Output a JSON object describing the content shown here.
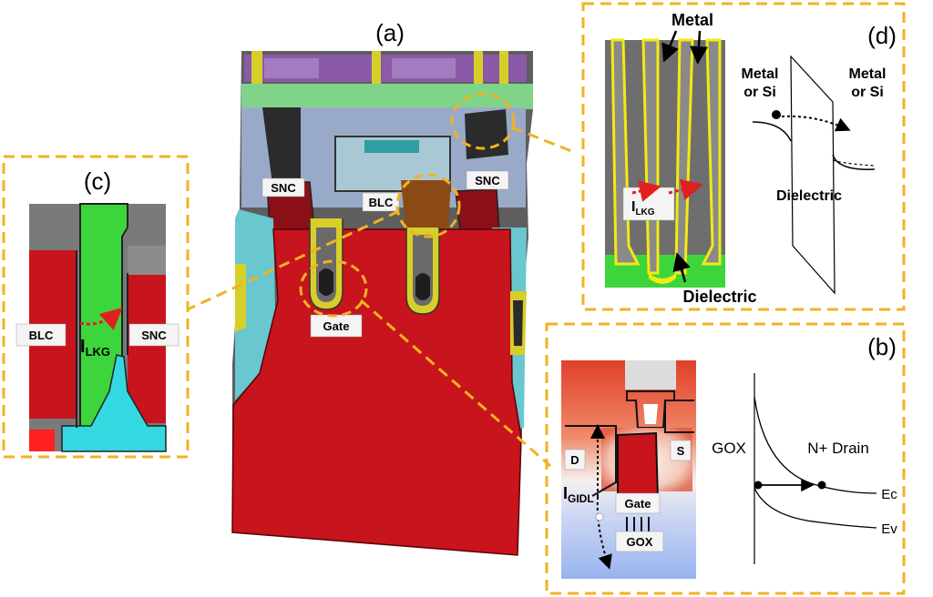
{
  "panels": {
    "a": {
      "label": "(a)"
    },
    "b": {
      "label": "(b)"
    },
    "c": {
      "label": "(c)"
    },
    "d": {
      "label": "(d)"
    }
  },
  "panel_a": {
    "snc_left": "SNC",
    "snc_right": "SNC",
    "blc": "BLC",
    "gate": "Gate"
  },
  "panel_c": {
    "blc": "BLC",
    "snc": "SNC",
    "current_main": "I",
    "current_sub": "LKG"
  },
  "panel_d": {
    "metal_top": "Metal",
    "current_main": "I",
    "current_sub": "LKG",
    "dielectric_bottom": "Dielectric",
    "metal_or_si_left_1": "Metal",
    "metal_or_si_left_2": "or Si",
    "metal_or_si_right_1": "Metal",
    "metal_or_si_right_2": "or Si",
    "dielectric_band": "Dielectric"
  },
  "panel_b": {
    "drain": "D",
    "source": "S",
    "gate": "Gate",
    "gox_box": "GOX",
    "current_main": "I",
    "current_sub": "GIDL",
    "gox_axis": "GOX",
    "n_drain": "N+ Drain",
    "ec": "Ec",
    "ev": "Ev"
  },
  "colors": {
    "frame": "#F0B323",
    "substrate": "#C8141C",
    "green_contact": "#3CD63C",
    "cyan": "#34D8E0",
    "metal_gray": "#7A7A7A",
    "liner_yellow": "#F2EA12",
    "arrow_red": "#E02020"
  }
}
